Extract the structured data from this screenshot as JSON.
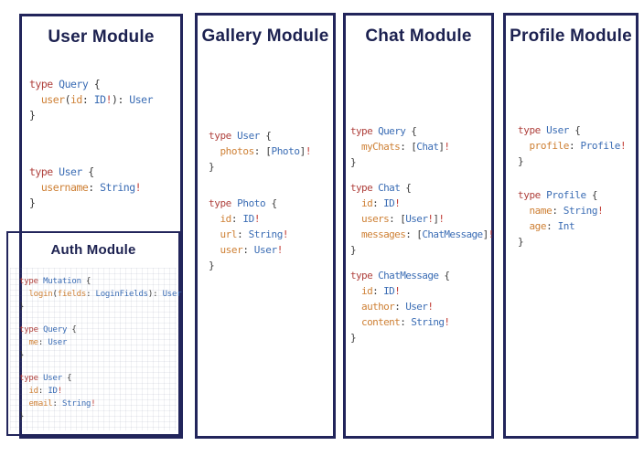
{
  "colors": {
    "navy_border": "#22255b",
    "title_text": "#1c2150",
    "keyword_red": "#af403c",
    "type_blue": "#3a6cb4",
    "field_orange": "#ce8035",
    "punctuation_gray": "#3a3a3a",
    "bang_red": "#c23b33"
  },
  "modules": [
    {
      "id": "user",
      "title": "User Module",
      "blocks": [
        [
          [
            [
              "k",
              "type"
            ],
            [
              "p",
              " "
            ],
            [
              "t",
              "Query"
            ],
            [
              "p",
              " {"
            ]
          ],
          [
            [
              "p",
              "  "
            ],
            [
              "f",
              "user"
            ],
            [
              "p",
              "("
            ],
            [
              "f",
              "id"
            ],
            [
              "p",
              ": "
            ],
            [
              "t",
              "ID"
            ],
            [
              "b",
              "!"
            ],
            [
              "p",
              "): "
            ],
            [
              "t",
              "User"
            ]
          ],
          [
            [
              "p",
              "}"
            ]
          ]
        ],
        [
          [
            [
              "k",
              "type"
            ],
            [
              "p",
              " "
            ],
            [
              "t",
              "User"
            ],
            [
              "p",
              " {"
            ]
          ],
          [
            [
              "p",
              "  "
            ],
            [
              "f",
              "username"
            ],
            [
              "p",
              ": "
            ],
            [
              "t",
              "String"
            ],
            [
              "b",
              "!"
            ]
          ],
          [
            [
              "p",
              "}"
            ]
          ]
        ]
      ]
    },
    {
      "id": "auth",
      "title": "Auth Module",
      "blocks": [
        [
          [
            [
              "k",
              "type"
            ],
            [
              "p",
              " "
            ],
            [
              "t",
              "Mutation"
            ],
            [
              "p",
              " {"
            ]
          ],
          [
            [
              "p",
              "  "
            ],
            [
              "f",
              "login"
            ],
            [
              "p",
              "("
            ],
            [
              "f",
              "fields"
            ],
            [
              "p",
              ": "
            ],
            [
              "t",
              "LoginFields"
            ],
            [
              "p",
              "): "
            ],
            [
              "t",
              "User"
            ]
          ],
          [
            [
              "p",
              "}"
            ]
          ]
        ],
        [
          [
            [
              "k",
              "type"
            ],
            [
              "p",
              " "
            ],
            [
              "t",
              "Query"
            ],
            [
              "p",
              " {"
            ]
          ],
          [
            [
              "p",
              "  "
            ],
            [
              "f",
              "me"
            ],
            [
              "p",
              ": "
            ],
            [
              "t",
              "User"
            ]
          ],
          [
            [
              "p",
              "}"
            ]
          ]
        ],
        [
          [
            [
              "k",
              "type"
            ],
            [
              "p",
              " "
            ],
            [
              "t",
              "User"
            ],
            [
              "p",
              " {"
            ]
          ],
          [
            [
              "p",
              "  "
            ],
            [
              "f",
              "id"
            ],
            [
              "p",
              ": "
            ],
            [
              "t",
              "ID"
            ],
            [
              "b",
              "!"
            ]
          ],
          [
            [
              "p",
              "  "
            ],
            [
              "f",
              "email"
            ],
            [
              "p",
              ": "
            ],
            [
              "t",
              "String"
            ],
            [
              "b",
              "!"
            ]
          ],
          [
            [
              "p",
              "}"
            ]
          ]
        ]
      ]
    },
    {
      "id": "gallery",
      "title": "Gallery Module",
      "blocks": [
        [
          [
            [
              "k",
              "type"
            ],
            [
              "p",
              " "
            ],
            [
              "t",
              "User"
            ],
            [
              "p",
              " {"
            ]
          ],
          [
            [
              "p",
              "  "
            ],
            [
              "f",
              "photos"
            ],
            [
              "p",
              ": ["
            ],
            [
              "t",
              "Photo"
            ],
            [
              "p",
              "]"
            ],
            [
              "b",
              "!"
            ]
          ],
          [
            [
              "p",
              "}"
            ]
          ]
        ],
        [
          [
            [
              "k",
              "type"
            ],
            [
              "p",
              " "
            ],
            [
              "t",
              "Photo"
            ],
            [
              "p",
              " {"
            ]
          ],
          [
            [
              "p",
              "  "
            ],
            [
              "f",
              "id"
            ],
            [
              "p",
              ": "
            ],
            [
              "t",
              "ID"
            ],
            [
              "b",
              "!"
            ]
          ],
          [
            [
              "p",
              "  "
            ],
            [
              "f",
              "url"
            ],
            [
              "p",
              ": "
            ],
            [
              "t",
              "String"
            ],
            [
              "b",
              "!"
            ]
          ],
          [
            [
              "p",
              "  "
            ],
            [
              "f",
              "user"
            ],
            [
              "p",
              ": "
            ],
            [
              "t",
              "User"
            ],
            [
              "b",
              "!"
            ]
          ],
          [
            [
              "p",
              "}"
            ]
          ]
        ]
      ]
    },
    {
      "id": "chat",
      "title": "Chat Module",
      "blocks": [
        [
          [
            [
              "k",
              "type"
            ],
            [
              "p",
              " "
            ],
            [
              "t",
              "Query"
            ],
            [
              "p",
              " {"
            ]
          ],
          [
            [
              "p",
              "  "
            ],
            [
              "f",
              "myChats"
            ],
            [
              "p",
              ": ["
            ],
            [
              "t",
              "Chat"
            ],
            [
              "p",
              "]"
            ],
            [
              "b",
              "!"
            ]
          ],
          [
            [
              "p",
              "}"
            ]
          ]
        ],
        [
          [
            [
              "k",
              "type"
            ],
            [
              "p",
              " "
            ],
            [
              "t",
              "Chat"
            ],
            [
              "p",
              " {"
            ]
          ],
          [
            [
              "p",
              "  "
            ],
            [
              "f",
              "id"
            ],
            [
              "p",
              ": "
            ],
            [
              "t",
              "ID"
            ],
            [
              "b",
              "!"
            ]
          ],
          [
            [
              "p",
              "  "
            ],
            [
              "f",
              "users"
            ],
            [
              "p",
              ": ["
            ],
            [
              "t",
              "User"
            ],
            [
              "b",
              "!"
            ],
            [
              "p",
              "]"
            ],
            [
              "b",
              "!"
            ]
          ],
          [
            [
              "p",
              "  "
            ],
            [
              "f",
              "messages"
            ],
            [
              "p",
              ": ["
            ],
            [
              "t",
              "ChatMessage"
            ],
            [
              "p",
              "]"
            ],
            [
              "b",
              "!"
            ]
          ],
          [
            [
              "p",
              "}"
            ]
          ]
        ],
        [
          [
            [
              "k",
              "type"
            ],
            [
              "p",
              " "
            ],
            [
              "t",
              "ChatMessage"
            ],
            [
              "p",
              " {"
            ]
          ],
          [
            [
              "p",
              "  "
            ],
            [
              "f",
              "id"
            ],
            [
              "p",
              ": "
            ],
            [
              "t",
              "ID"
            ],
            [
              "b",
              "!"
            ]
          ],
          [
            [
              "p",
              "  "
            ],
            [
              "f",
              "author"
            ],
            [
              "p",
              ": "
            ],
            [
              "t",
              "User"
            ],
            [
              "b",
              "!"
            ]
          ],
          [
            [
              "p",
              "  "
            ],
            [
              "f",
              "content"
            ],
            [
              "p",
              ": "
            ],
            [
              "t",
              "String"
            ],
            [
              "b",
              "!"
            ]
          ],
          [
            [
              "p",
              "}"
            ]
          ]
        ]
      ]
    },
    {
      "id": "profile",
      "title": "Profile Module",
      "blocks": [
        [
          [
            [
              "k",
              "type"
            ],
            [
              "p",
              " "
            ],
            [
              "t",
              "User"
            ],
            [
              "p",
              " {"
            ]
          ],
          [
            [
              "p",
              "  "
            ],
            [
              "f",
              "profile"
            ],
            [
              "p",
              ": "
            ],
            [
              "t",
              "Profile"
            ],
            [
              "b",
              "!"
            ]
          ],
          [
            [
              "p",
              "}"
            ]
          ]
        ],
        [
          [
            [
              "k",
              "type"
            ],
            [
              "p",
              " "
            ],
            [
              "t",
              "Profile"
            ],
            [
              "p",
              " {"
            ]
          ],
          [
            [
              "p",
              "  "
            ],
            [
              "f",
              "name"
            ],
            [
              "p",
              ": "
            ],
            [
              "t",
              "String"
            ],
            [
              "b",
              "!"
            ]
          ],
          [
            [
              "p",
              "  "
            ],
            [
              "f",
              "age"
            ],
            [
              "p",
              ": "
            ],
            [
              "t",
              "Int"
            ]
          ],
          [
            [
              "p",
              "}"
            ]
          ]
        ]
      ]
    }
  ]
}
